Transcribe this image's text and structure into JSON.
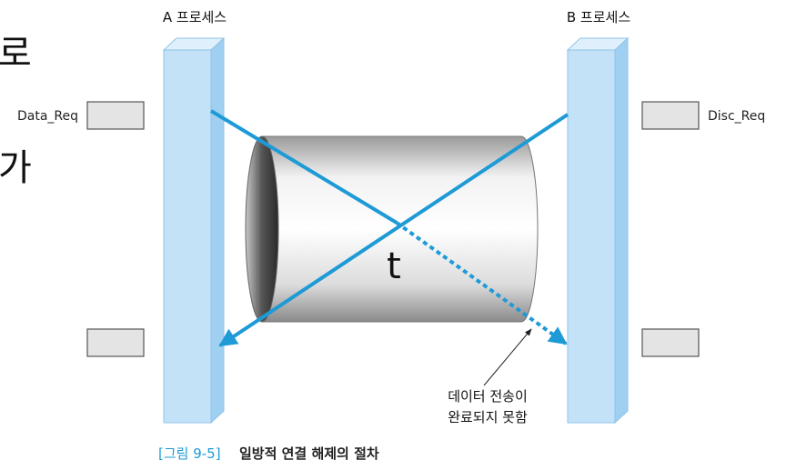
{
  "process_a_label": "A 프로세스",
  "process_b_label": "B 프로세스",
  "data_req_label": "Data_Req",
  "disc_req_label": "Disc_Req",
  "time_label": "t",
  "annotation_line1": "데이터 전송이",
  "annotation_line2": "완료되지 못함",
  "caption_tag": "[그림 9-5]",
  "caption_text": "일방적 연결 해제의 절차",
  "partial_text_top": "로",
  "partial_text_mid": "가",
  "colors": {
    "arrow": "#1e9ad6",
    "process_bar": "#c3e2f8",
    "process_bar_edge": "#8fc3e8",
    "box_fill": "#e4e4e4",
    "box_stroke": "#555555",
    "caption_tag": "#1e9ad6"
  }
}
